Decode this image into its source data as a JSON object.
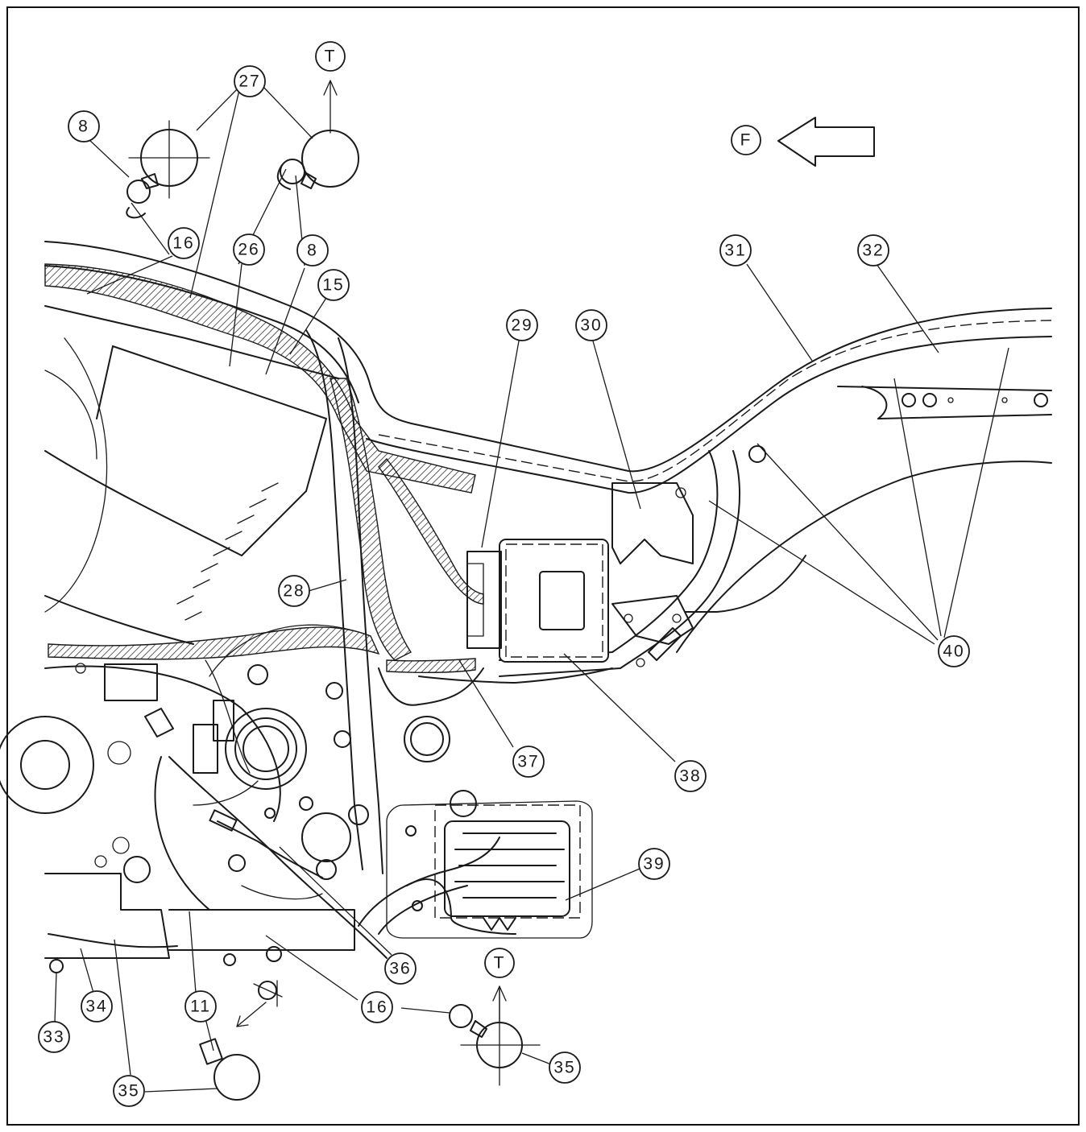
{
  "callouts": {
    "c27": "27",
    "c8a": "8",
    "c8b": "8",
    "c16a": "16",
    "c26": "26",
    "c15": "15",
    "c29": "29",
    "c30": "30",
    "c31": "31",
    "c32": "32",
    "c28": "28",
    "c40": "40",
    "c37": "37",
    "c38": "38",
    "c39": "39",
    "c36": "36",
    "c16b": "16",
    "c11": "11",
    "c33": "33",
    "c34": "34",
    "c35a": "35",
    "c35b": "35"
  },
  "markers": {
    "t_top": "T",
    "t_bottom": "T",
    "front": "F"
  },
  "colors": {
    "line": "#1a1a1a",
    "background": "#ffffff"
  }
}
